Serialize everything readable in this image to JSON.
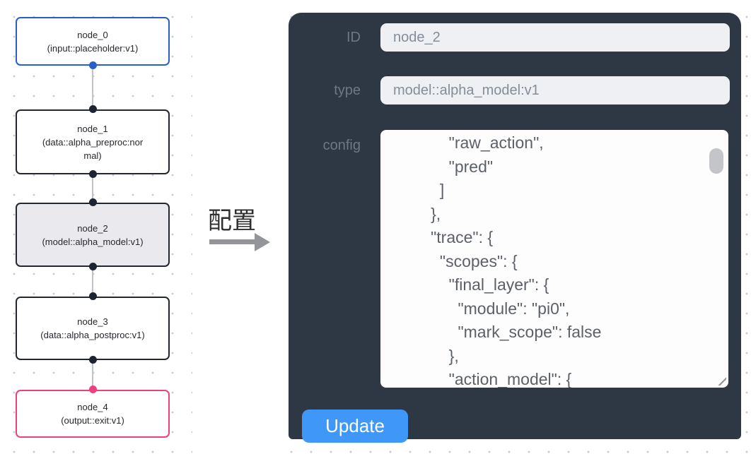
{
  "flow": {
    "nodes": [
      {
        "title": "node_0",
        "subtitle": "(input::placeholder:v1)",
        "variant": "input"
      },
      {
        "title": "node_1",
        "subtitle": "(data::alpha_preproc:normal)",
        "variant": "default"
      },
      {
        "title": "node_2",
        "subtitle": "(model::alpha_model:v1)",
        "variant": "selected"
      },
      {
        "title": "node_3",
        "subtitle": "(data::alpha_postproc:v1)",
        "variant": "default"
      },
      {
        "title": "node_4",
        "subtitle": "(output::exit:v1)",
        "variant": "output"
      }
    ]
  },
  "annotation": {
    "label": "配置"
  },
  "panel": {
    "fields": {
      "id": {
        "label": "ID",
        "value": "node_2"
      },
      "type": {
        "label": "type",
        "value": "model::alpha_model:v1"
      },
      "config": {
        "label": "config",
        "value": "            \"raw_action\",\n            \"pred\"\n          ]\n        },\n        \"trace\": {\n          \"scopes\": {\n            \"final_layer\": {\n              \"module\": \"pi0\",\n              \"mark_scope\": false\n            },\n            \"action_model\": {"
      }
    },
    "update_button": "Update"
  },
  "colors": {
    "panel_bg": "#2e3844",
    "button_blue": "#3f98f7",
    "field_bg": "#eef0f4",
    "node_border": "#23272f",
    "input_node_border": "#2a5fc8",
    "output_node_border": "#f03e7f",
    "selected_node_bg": "#eaeaee",
    "handle_dark": "#1d2330",
    "edge_gray": "#c0c3c8"
  }
}
